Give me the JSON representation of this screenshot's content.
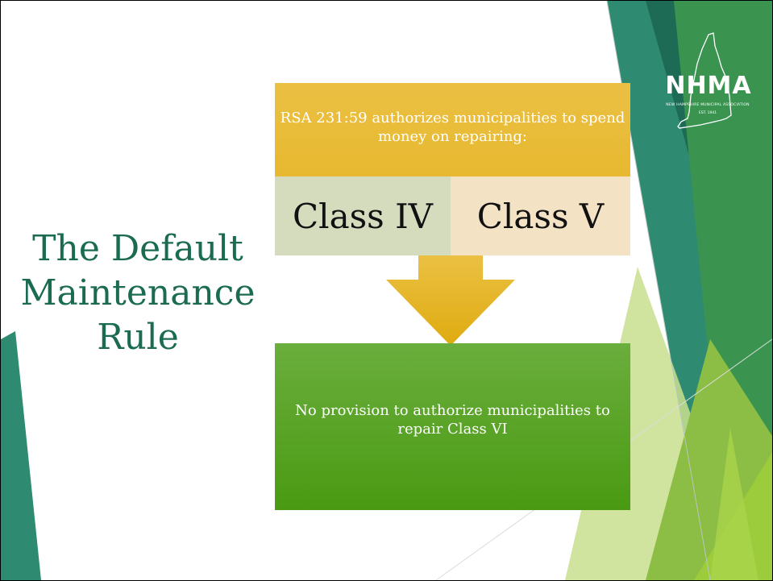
{
  "slide": {
    "title": "The Default Maintenance Rule",
    "logo": {
      "name": "NHMA",
      "subtitle": "NEW HAMPSHIRE MUNICIPAL ASSOCIATION",
      "est": "EST. 1941"
    }
  },
  "diagram": {
    "top_box": "RSA 231:59 authorizes municipalities to spend money on repairing:",
    "class_iv": "Class IV",
    "class_v": "Class V",
    "bottom_box": "No provision to authorize municipalities to repair Class VI"
  },
  "colors": {
    "title": "#1a6b52",
    "top_box": "#e9bb38",
    "class_iv_fill": "#d5dcbe",
    "class_v_fill": "#f4e2c4",
    "arrow": "#e4b21e",
    "bottom_box": "#5aa526",
    "accent_dark_green": "#1d6b55",
    "accent_light_green": "#9bc43a"
  }
}
